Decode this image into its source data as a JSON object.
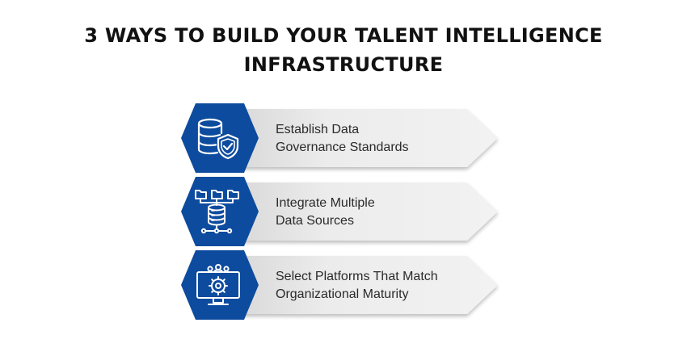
{
  "title": {
    "line1": "3 WAYS TO BUILD YOUR TALENT INTELLIGENCE",
    "line2": "INFRASTRUCTURE"
  },
  "steps": [
    {
      "line1": "Establish Data",
      "line2": "Governance Standards",
      "icon": "database-shield-icon"
    },
    {
      "line1": "Integrate Multiple",
      "line2": "Data Sources",
      "icon": "database-network-icon"
    },
    {
      "line1": "Select Platforms That Match",
      "line2": "Organizational Maturity",
      "icon": "monitor-team-gear-icon"
    }
  ],
  "colors": {
    "accent": "#0d4b9e",
    "arrow_fill": "#ececec",
    "text": "#2a2a2a"
  }
}
